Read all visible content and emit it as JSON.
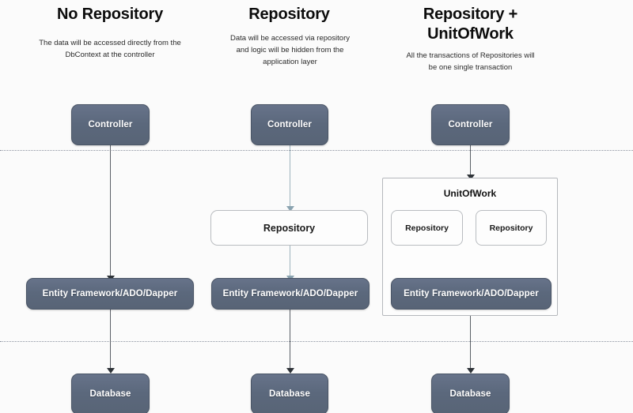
{
  "diagram": {
    "background_color": "#fbfbfb",
    "node_fill_color": "#5b687c",
    "node_outline_color": "#b9bcc0",
    "connector_color": "#5a5f66",
    "connector_light_color": "#9fb3bd",
    "divider_color": "#8d93a0"
  },
  "columns": [
    {
      "id": "no-repository",
      "title": "No Repository",
      "subtitle": "The data will be accessed directly from the DbContext at the controller",
      "nodes": {
        "controller": "Controller",
        "data_access": "Entity Framework/ADO/Dapper",
        "database": "Database"
      }
    },
    {
      "id": "repository",
      "title": "Repository",
      "subtitle": "Data will be accessed via repository and logic will be hidden from the application layer",
      "nodes": {
        "controller": "Controller",
        "repository": "Repository",
        "data_access": "Entity Framework/ADO/Dapper",
        "database": "Database"
      }
    },
    {
      "id": "repository-unitofwork",
      "title": "Repository + UnitOfWork",
      "subtitle": "All the transactions of Repositories will be one single transaction",
      "nodes": {
        "controller": "Controller",
        "unitofwork": "UnitOfWork",
        "repository_left": "Repository",
        "repository_right": "Repository",
        "data_access": "Entity Framework/ADO/Dapper",
        "database": "Database"
      }
    }
  ]
}
